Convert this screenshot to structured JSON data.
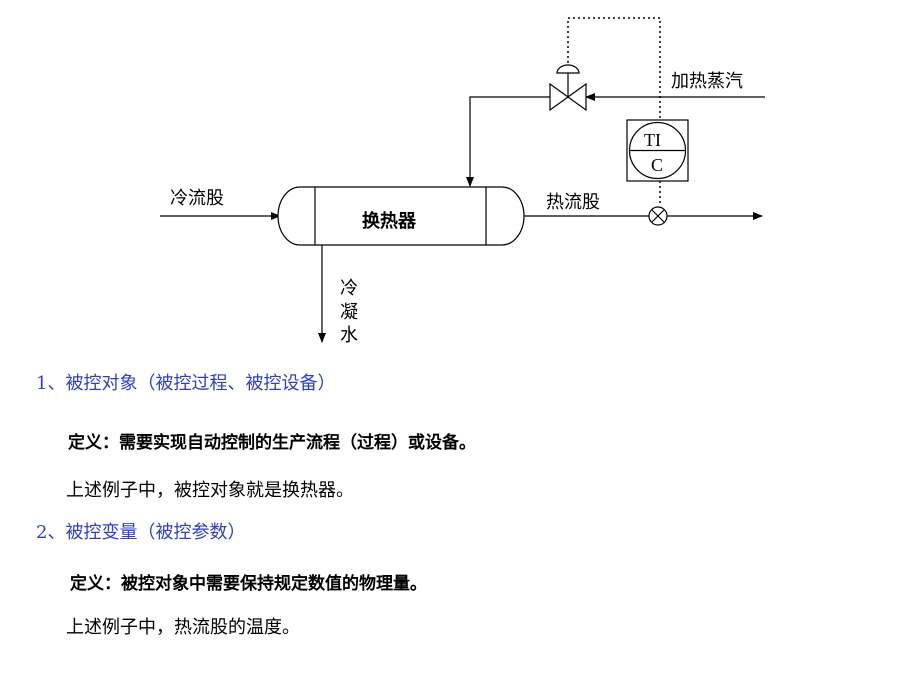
{
  "diagram": {
    "labels": {
      "cold_stream": "冷流股",
      "hot_stream": "热流股",
      "heat_exchanger": "换热器",
      "heating_steam": "加热蒸汽",
      "condensate": [
        "冷",
        "凝",
        "水"
      ],
      "controller_line1": "TI",
      "controller_line2": "C"
    }
  },
  "text": {
    "heading1": "1、被控对象（被控过程、被控设备）",
    "definition1": "定义：需要实现自动控制的生产流程（过程）或设备。",
    "example1": "上述例子中，被控对象就是换热器。",
    "heading2": "2、被控变量（被控参数）",
    "definition2": "定义：被控对象中需要保持规定数值的物理量。",
    "example2": "上述例子中，热流股的温度。"
  },
  "colors": {
    "heading": "#2f3fbf",
    "line": "#000000",
    "background": "#ffffff"
  }
}
